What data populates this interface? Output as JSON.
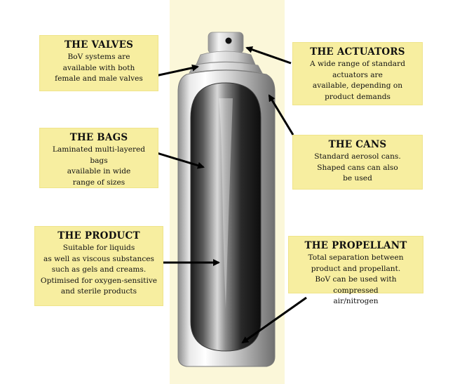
{
  "labels": {
    "valves": {
      "title": "THE VALVES",
      "lines": [
        "BoV systems are",
        "available with both",
        "female and male valves"
      ]
    },
    "bags": {
      "title": "THE BAGS",
      "lines": [
        "Laminated multi-layered bags",
        "available in wide",
        "range of sizes"
      ]
    },
    "product": {
      "title": "THE PRODUCT",
      "lines": [
        "Suitable for liquids",
        "as well as viscous substances",
        "such as gels and creams.",
        "Optimised for oxygen-sensitive",
        "and sterile products"
      ]
    },
    "actuators": {
      "title": "THE ACTUATORS",
      "lines": [
        "A wide range of standard",
        "actuators are",
        "available, depending on",
        "product demands"
      ]
    },
    "cans": {
      "title": "THE CANS",
      "lines": [
        "Standard aerosol cans.",
        "Shaped cans can also",
        "be used"
      ]
    },
    "propellant": {
      "title": "THE PROPELLANT",
      "lines": [
        "Total separation between",
        "product and propellant.",
        "BoV can be used with compressed",
        "air/nitrogen"
      ]
    }
  },
  "colors": {
    "label_background": "#f7eea0",
    "center_band": "#fbf7d9",
    "arrow": "#000000"
  }
}
